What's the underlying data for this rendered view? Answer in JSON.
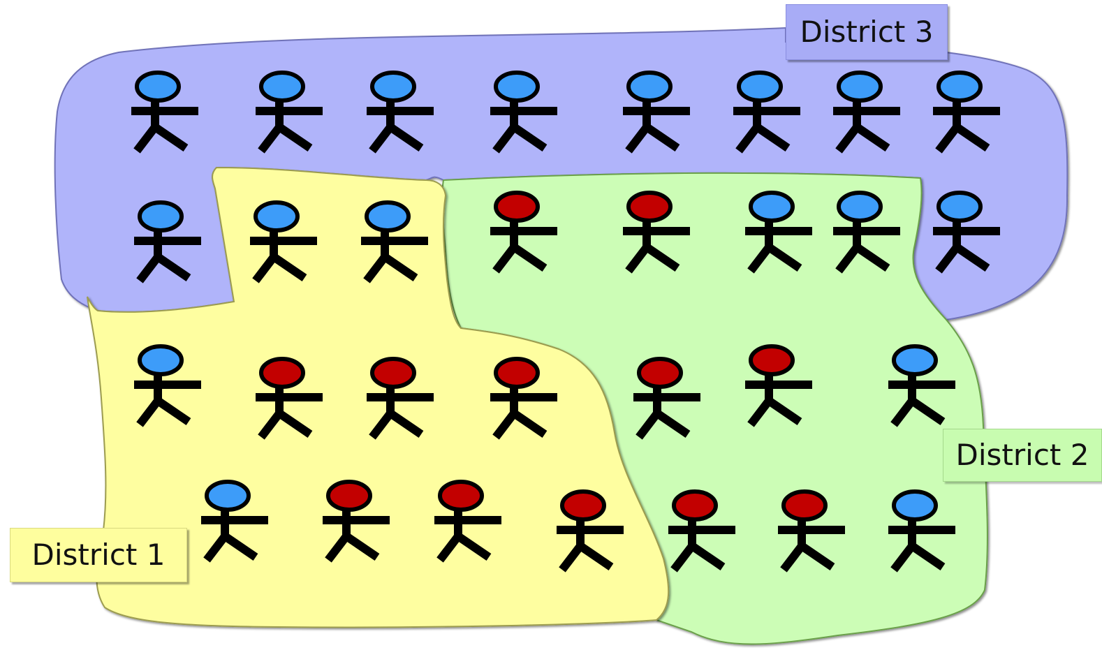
{
  "districts": [
    {
      "id": "d3",
      "label": "District 3",
      "fill": "#b0b4fa"
    },
    {
      "id": "d2",
      "label": "District 2",
      "fill": "#ccfdb6"
    },
    {
      "id": "d1",
      "label": "District 1",
      "fill": "#fefea0"
    }
  ],
  "colors": {
    "blue_voter": "#3d9cf9",
    "red_voter": "#c20000",
    "outline": "#000000"
  },
  "voter_icon": "stick-figure-person-icon",
  "voters": [
    {
      "party": "blue",
      "district": "3"
    },
    {
      "party": "blue",
      "district": "3"
    },
    {
      "party": "blue",
      "district": "3"
    },
    {
      "party": "blue",
      "district": "3"
    },
    {
      "party": "blue",
      "district": "3"
    },
    {
      "party": "blue",
      "district": "3"
    },
    {
      "party": "blue",
      "district": "3"
    },
    {
      "party": "blue",
      "district": "3"
    },
    {
      "party": "blue",
      "district": "3"
    },
    {
      "party": "blue",
      "district": "1"
    },
    {
      "party": "blue",
      "district": "1"
    },
    {
      "party": "red",
      "district": "2"
    },
    {
      "party": "red",
      "district": "2"
    },
    {
      "party": "blue",
      "district": "2"
    },
    {
      "party": "blue",
      "district": "2"
    },
    {
      "party": "blue",
      "district": "3"
    },
    {
      "party": "blue",
      "district": "1"
    },
    {
      "party": "red",
      "district": "1"
    },
    {
      "party": "red",
      "district": "1"
    },
    {
      "party": "red",
      "district": "1"
    },
    {
      "party": "red",
      "district": "2"
    },
    {
      "party": "red",
      "district": "2"
    },
    {
      "party": "blue",
      "district": "2"
    },
    {
      "party": "blue",
      "district": "1"
    },
    {
      "party": "red",
      "district": "1"
    },
    {
      "party": "red",
      "district": "1"
    },
    {
      "party": "red",
      "district": "1"
    },
    {
      "party": "red",
      "district": "2"
    },
    {
      "party": "red",
      "district": "2"
    },
    {
      "party": "blue",
      "district": "2"
    }
  ]
}
